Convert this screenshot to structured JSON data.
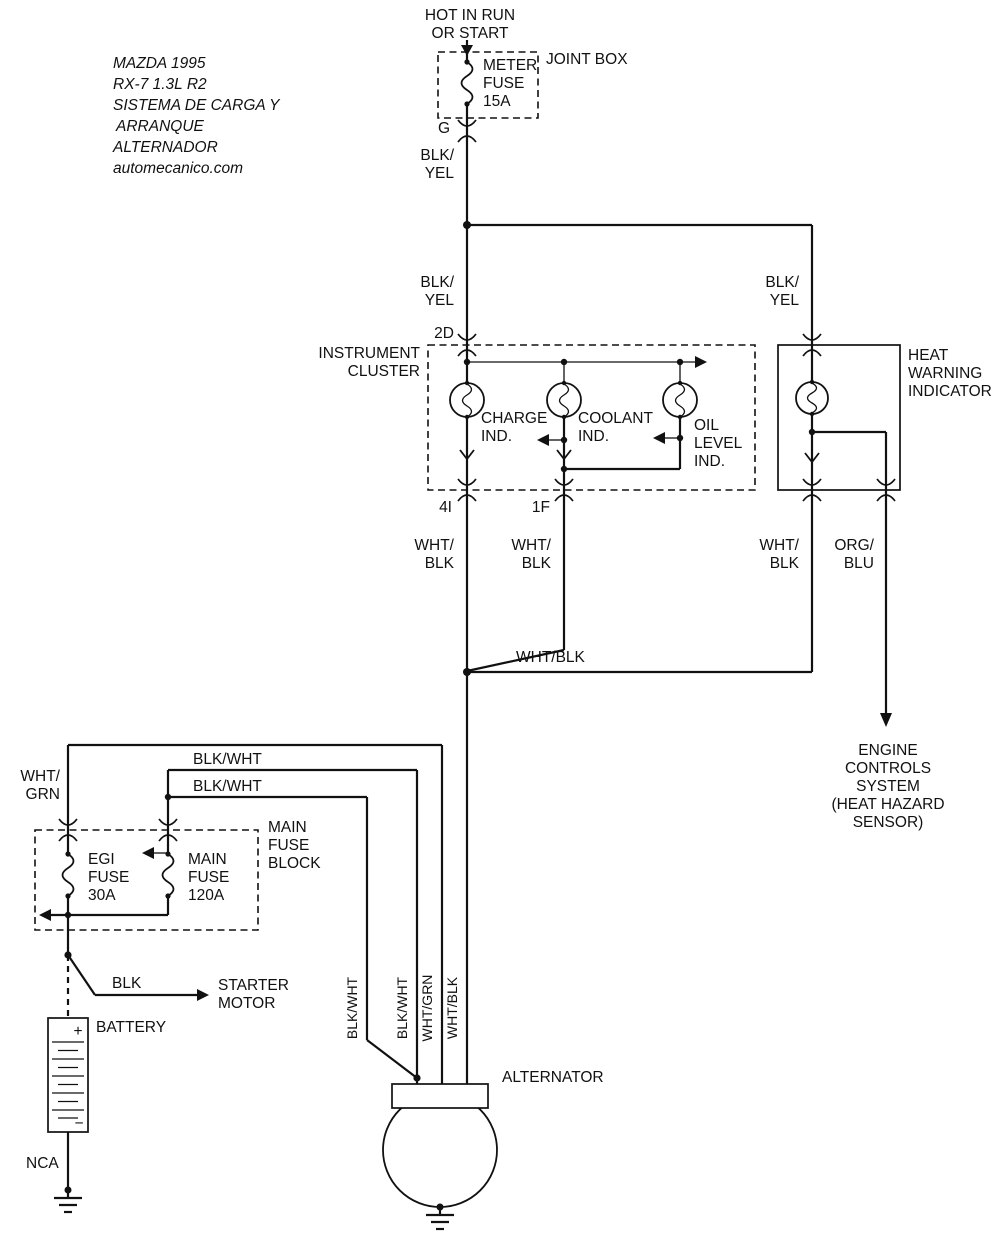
{
  "colors": {
    "ink": "#111111",
    "background": "#ffffff"
  },
  "title_block": {
    "lines": [
      "MAZDA 1995",
      "RX-7  1.3L  R2",
      "SISTEMA DE CARGA Y",
      "ARRANQUE",
      "ALTERNADOR",
      "automecanico.com"
    ]
  },
  "power_source": {
    "line1": "HOT IN RUN",
    "line2": "OR START"
  },
  "joint_box": {
    "label": "JOINT BOX",
    "fuse": [
      "METER",
      "FUSE",
      "15A"
    ],
    "connector_id": "G"
  },
  "connector_ids": {
    "cluster_in": "2D",
    "cluster_out_left": "4I",
    "cluster_out_right": "1F"
  },
  "wire_labels": {
    "blk_yel_top": [
      "BLK/",
      "YEL"
    ],
    "blk_yel_cluster": [
      "BLK/",
      "YEL"
    ],
    "blk_yel_heat": [
      "BLK/",
      "YEL"
    ],
    "wht_blk_4i": [
      "WHT/",
      "BLK"
    ],
    "wht_blk_1f": [
      "WHT/",
      "BLK"
    ],
    "wht_blk_heat": [
      "WHT/",
      "BLK"
    ],
    "org_blu": [
      "ORG/",
      "BLU"
    ],
    "wht_blk_bus": "WHT/BLK",
    "blk_wht_upper": "BLK/WHT",
    "blk_wht_lower": "BLK/WHT",
    "wht_grn": [
      "WHT/",
      "GRN"
    ],
    "blk_starter": "BLK",
    "alt_terminal_1": "BLK/WHT",
    "alt_terminal_2": "BLK/WHT",
    "alt_terminal_3": "WHT/GRN",
    "alt_terminal_4": "WHT/BLK"
  },
  "instrument_cluster": {
    "label": [
      "INSTRUMENT",
      "CLUSTER"
    ],
    "charge_ind": [
      "CHARGE",
      "IND."
    ],
    "coolant_ind": [
      "COOLANT",
      "IND."
    ],
    "oil_level_ind": [
      "OIL",
      "LEVEL",
      "IND."
    ]
  },
  "heat_warning_indicator": {
    "label": [
      "HEAT",
      "WARNING",
      "INDICATOR"
    ]
  },
  "engine_controls": {
    "label": [
      "ENGINE",
      "CONTROLS",
      "SYSTEM",
      "(HEAT HAZARD",
      "SENSOR)"
    ]
  },
  "main_fuse_block": {
    "label": [
      "MAIN",
      "FUSE",
      "BLOCK"
    ],
    "egi_fuse": [
      "EGI",
      "FUSE",
      "30A"
    ],
    "main_fuse": [
      "MAIN",
      "FUSE",
      "120A"
    ]
  },
  "starter_motor": {
    "label": [
      "STARTER",
      "MOTOR"
    ]
  },
  "battery": {
    "label": "BATTERY",
    "positive": "+",
    "negative": "−",
    "wire_note": "NCA"
  },
  "alternator": {
    "label": "ALTERNATOR"
  }
}
